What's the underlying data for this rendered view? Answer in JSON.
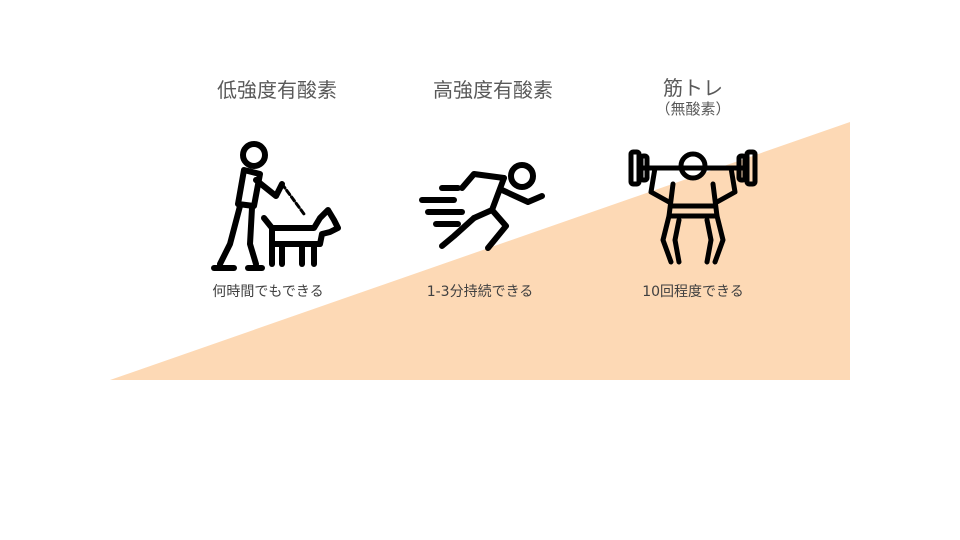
{
  "colors": {
    "wedge": "#fdd9b5",
    "text": "#595959",
    "caption": "#404040",
    "icon": "#000000"
  },
  "columns": [
    {
      "title": "低強度有酸素",
      "subtitle": "",
      "icon": "person-walking-dog-icon",
      "caption": "何時間でもできる"
    },
    {
      "title": "高強度有酸素",
      "subtitle": "",
      "icon": "person-sprinting-icon",
      "caption": "1-3分持続できる"
    },
    {
      "title": "筋トレ",
      "subtitle": "（無酸素）",
      "icon": "person-lifting-barbell-icon",
      "caption": "10回程度できる"
    }
  ]
}
